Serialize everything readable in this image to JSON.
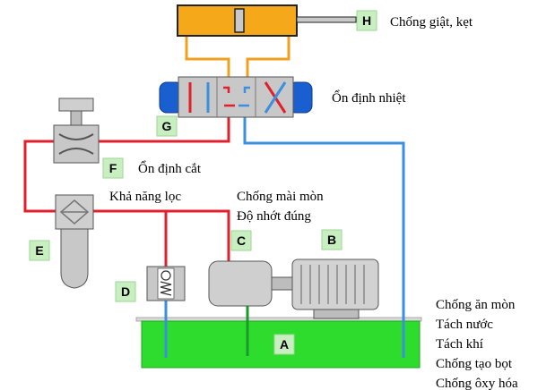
{
  "colors": {
    "pressure_line": "#e0202c",
    "return_line": "#3a8fe0",
    "pilot_line": "#f0a020",
    "fluid": "#2edc2e",
    "badge": "#c7efc0",
    "component_grey": "#c8c8c8",
    "solenoid": "#1a5fd0"
  },
  "badges": {
    "A": "A",
    "B": "B",
    "C": "C",
    "D": "D",
    "E": "E",
    "F": "F",
    "G": "G",
    "H": "H"
  },
  "labels": {
    "h": "Chống giật, kẹt",
    "g": "Ổn định nhiệt",
    "f": "Ổn định cắt",
    "e": "Khả năng lọc",
    "c_line1": "Chống mài mòn",
    "c_line2": "Độ nhớt đúng",
    "a_list": [
      "Chống ăn mòn",
      "Tách nước",
      "Tách khí",
      "Chống tạo bọt",
      "Chống ôxy hóa"
    ]
  }
}
